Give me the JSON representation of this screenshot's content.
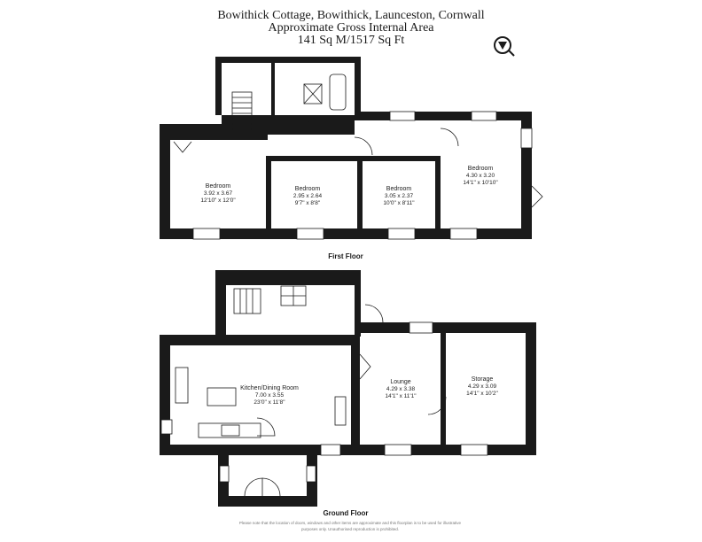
{
  "header": {
    "line1": "Bowithick Cottage, Bowithick, Launceston, Cornwall",
    "line2": "Approximate Gross Internal Area",
    "line3": "141 Sq M/1517 Sq Ft"
  },
  "compass_icon": "compass-north-icon",
  "first_floor": {
    "label": "First Floor",
    "rooms": [
      {
        "name": "Bedroom",
        "dims": "3.92 x 3.67",
        "imperial": "12'10\" x 12'0\""
      },
      {
        "name": "Bedroom",
        "dims": "2.95 x 2.64",
        "imperial": "9'7\" x 8'8\""
      },
      {
        "name": "Bedroom",
        "dims": "3.05 x 2.37",
        "imperial": "10'0\" x 8'11\""
      },
      {
        "name": "Bedroom",
        "dims": "4.30 x 3.20",
        "imperial": "14'1\" x 10'10\""
      }
    ]
  },
  "ground_floor": {
    "label": "Ground Floor",
    "rooms": [
      {
        "name": "Kitchen/Dining Room",
        "dims": "7.00 x 3.55",
        "imperial": "23'0\" x 11'8\""
      },
      {
        "name": "Lounge",
        "dims": "4.29 x 3.38",
        "imperial": "14'1\" x 11'1\""
      },
      {
        "name": "Storage",
        "dims": "4.29 x 3.09",
        "imperial": "14'1\" x 10'2\""
      }
    ]
  },
  "disclaimer": {
    "line1": "Please note that the location of doors, windows and other items are approximate and this floorplan is to be used for illustrative",
    "line2": "purposes only. Unauthorised reproduction is prohibited."
  },
  "colors": {
    "wall": "#1a1a1a",
    "background": "#ffffff"
  }
}
